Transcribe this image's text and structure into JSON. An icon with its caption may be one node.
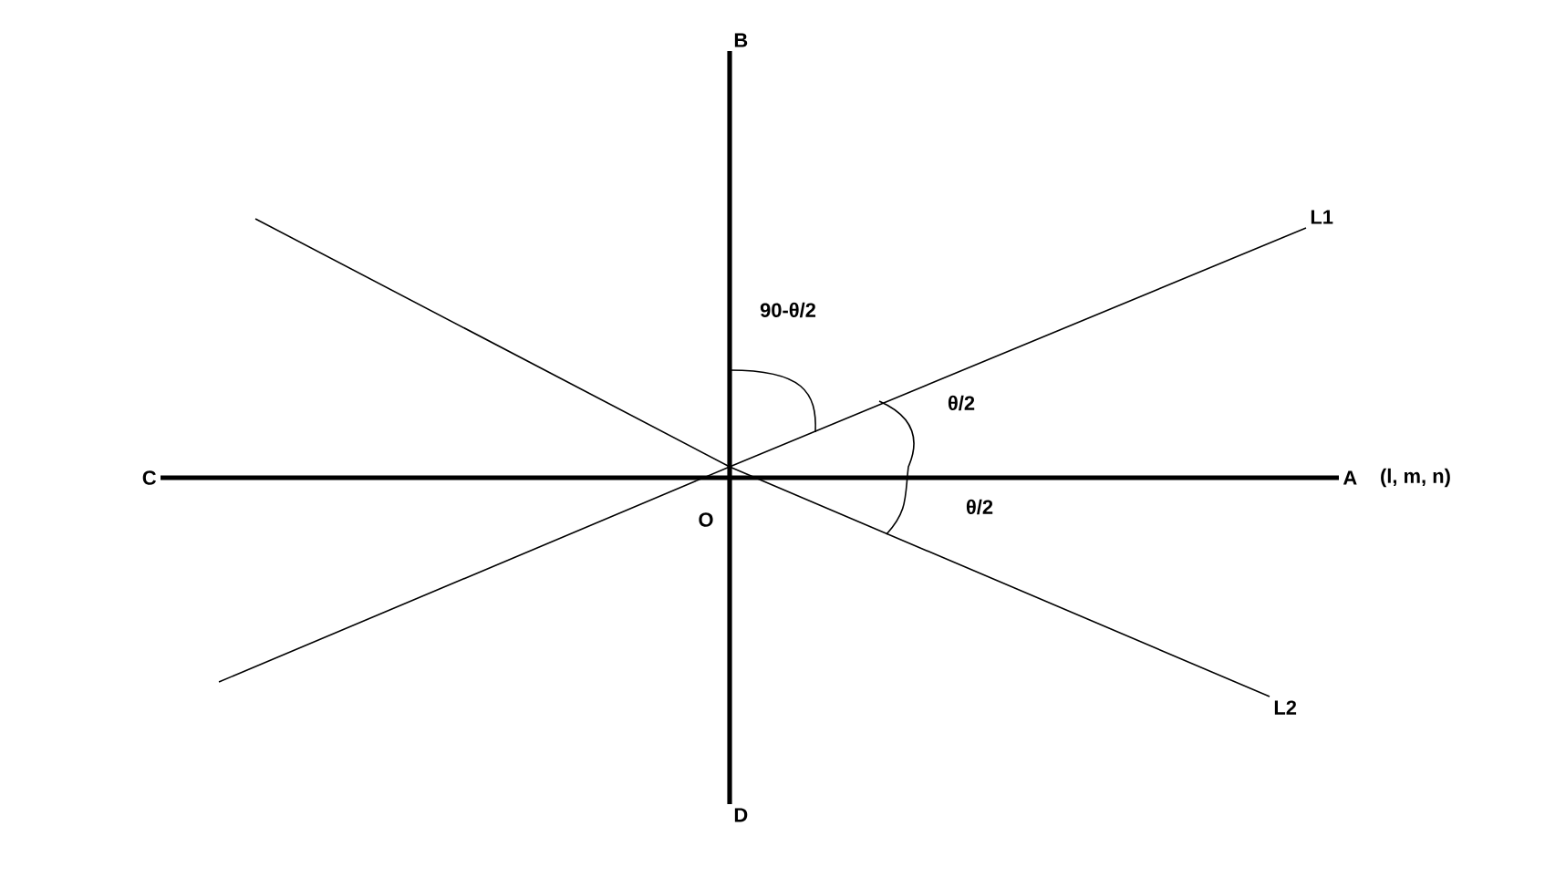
{
  "diagram": {
    "nodes": [
      {
        "text": [
          "A"
        ],
        "beside": [
          "(l, m, n)"
        ]
      },
      {
        "text": [
          "B"
        ]
      },
      {
        "text": [
          "C"
        ]
      },
      {
        "text": [
          "D"
        ]
      },
      {
        "text": [
          "O"
        ]
      },
      {
        "text": [
          "L1"
        ]
      },
      {
        "text": [
          "L2"
        ]
      }
    ],
    "edges": [
      {
        "from": 2,
        "to": 0,
        "arrow": "none",
        "style": "thick"
      },
      {
        "from": 1,
        "to": 3,
        "arrow": "none",
        "style": "thick"
      },
      {
        "from": null,
        "to": 5,
        "arrow": "none"
      },
      {
        "from": null,
        "to": 6,
        "arrow": "none"
      }
    ],
    "labels": [
      "90-θ/2",
      "θ/2",
      "θ/2"
    ]
  }
}
